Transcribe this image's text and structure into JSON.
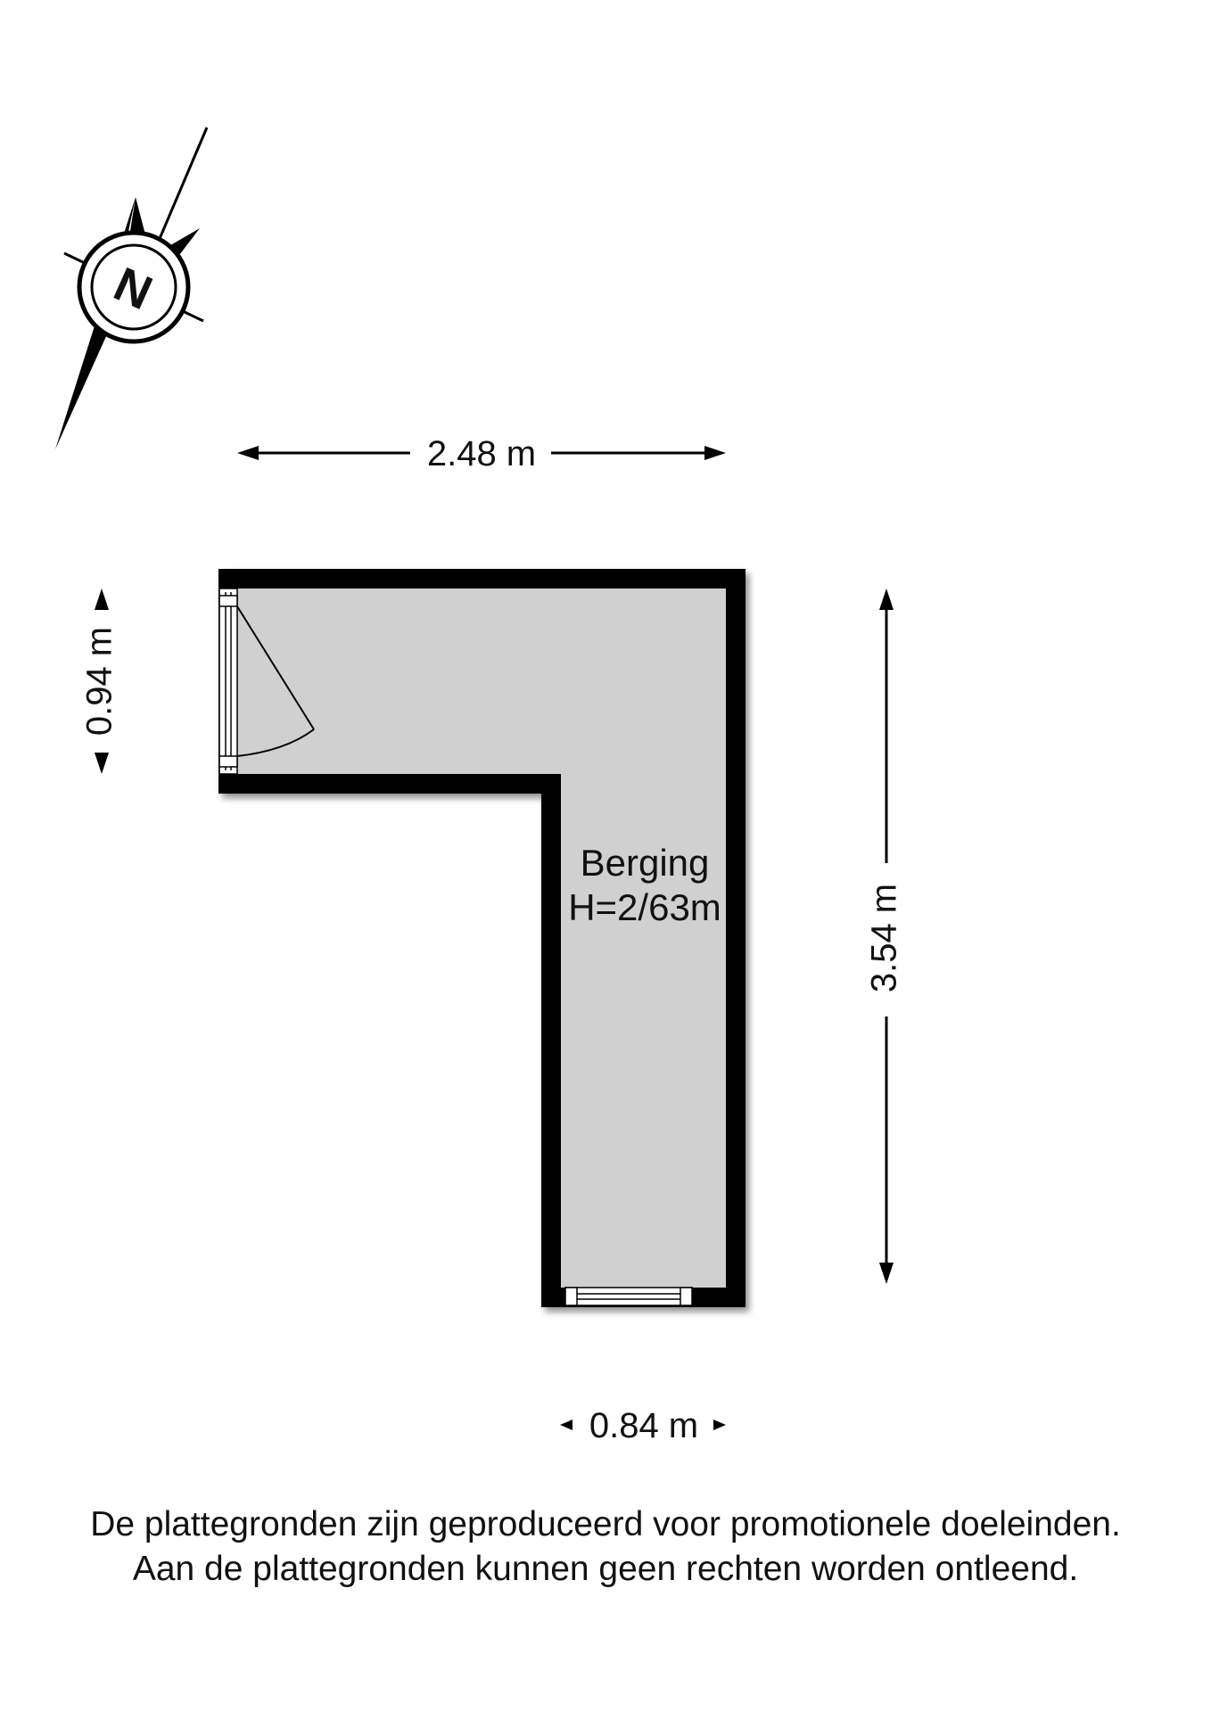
{
  "compass": {
    "letter": "N",
    "icon": "north-arrow-icon"
  },
  "dimensions": {
    "width_top": "2.48 m",
    "height_left": "0.94 m",
    "height_right": "3.54 m",
    "width_bottom": "0.84 m"
  },
  "room": {
    "name": "Berging",
    "height": "H=2/63m"
  },
  "colors": {
    "wall": "#000000",
    "floor": "#d0d0d0",
    "background": "#ffffff"
  },
  "disclaimer": {
    "line1": "De plattegronden zijn geproduceerd voor promotionele doeleinden.",
    "line2": "Aan de plattegronden kunnen geen rechten worden ontleend."
  }
}
